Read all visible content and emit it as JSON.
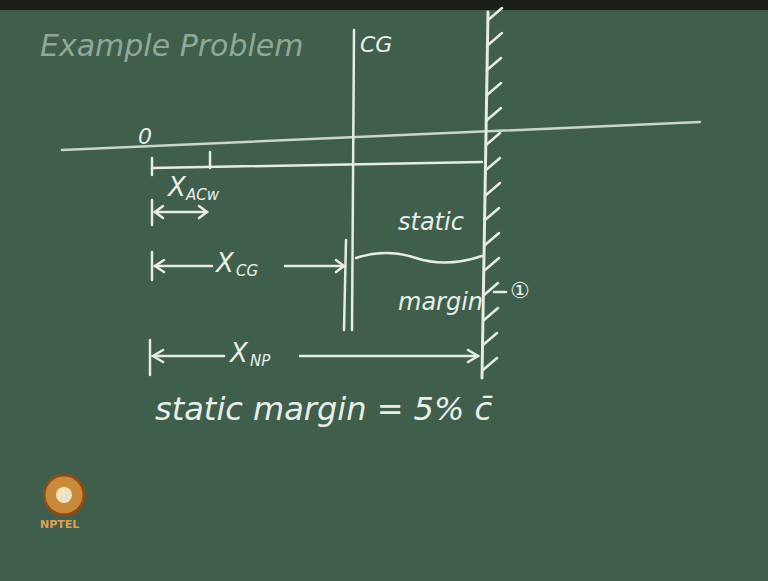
{
  "diagram": {
    "title": "Example Problem",
    "labels": [
      "0",
      "CG",
      "X",
      "ACw",
      "X",
      "CG",
      "static margin",
      "①",
      "X",
      "NP",
      "static margin = 5% c̄",
      "NPTEL"
    ]
  }
}
